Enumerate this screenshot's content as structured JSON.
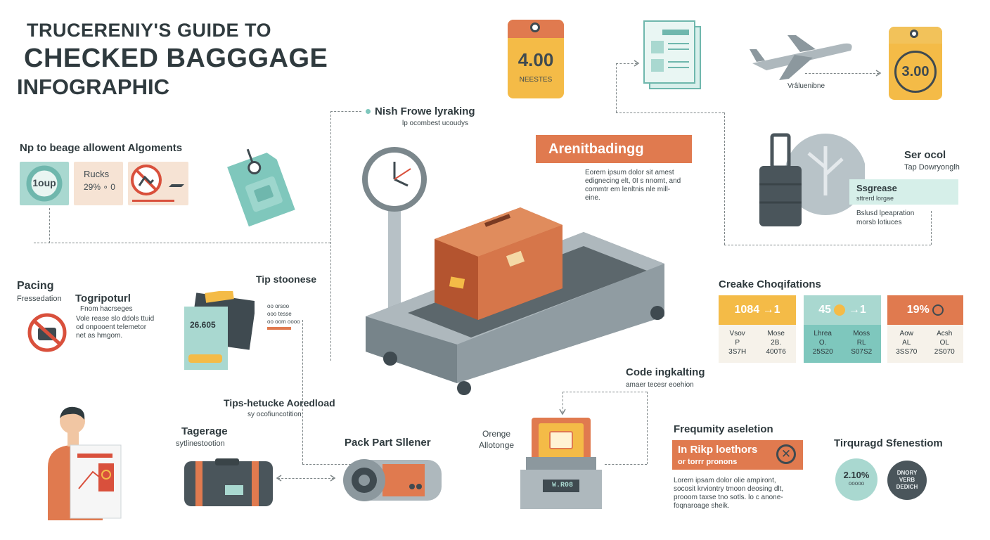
{
  "title": {
    "line1": "TRUCERENIY'S GUIDE TO",
    "line2": "CHECKED BAGGGAGE",
    "line3": "INFOGRAPHIC"
  },
  "allowance": {
    "heading": "Np to beage allowent Algoments",
    "card1": "1oup",
    "card2_line1": "Rucks",
    "card2_line2": "29% ∘ 0"
  },
  "scale_top": {
    "heading": "Nish Frowe lyraking",
    "sub": "lp ocombest ucoudys"
  },
  "tags": {
    "tag_left_value": "4.00",
    "tag_left_sub": "NEESTES",
    "tag_right_value": "3.00",
    "plane_caption": "Vrâluenibne"
  },
  "arenit": {
    "heading": "Arenitbadingg",
    "body": [
      "Eorem ipsum dolor sit amest",
      "edignecing elt, 0I s nnomt, and",
      "commtr em lenltnis nle mill-",
      "eine."
    ]
  },
  "right_panel": {
    "heading": "Ser ocol",
    "sub": "Tap Dowryonglh",
    "bar_label": "Ssgrease",
    "bar_sub": "sttrerd lorgae",
    "body_line1": "Bslusd lpeapration",
    "body_line2": "morsb lotiuces"
  },
  "pacing": {
    "heading": "Pacing",
    "sub": "Fressedation",
    "h2": "Togripoturl",
    "h2_sub": "Fnom hacrseges",
    "body": [
      "Vole rease slo ddols ttuid",
      "od onpooent telemetor",
      "net as hmgom."
    ]
  },
  "tip": {
    "heading": "Tip stoonese",
    "card_value": "26.605",
    "side_lines": [
      "oo orsoo",
      "ooo tesse",
      "oo oom oooo"
    ]
  },
  "checks": {
    "heading": "Creake Choqifations",
    "cards": [
      {
        "value": "1084",
        "arrow": "→1",
        "c1h": "Vsov",
        "c1a": "P",
        "c1b": "3S7H",
        "c2h": "Mose",
        "c2a": "2B.",
        "c2b": "400T6",
        "color": "#f4bb47"
      },
      {
        "value": "45",
        "arrow": "→1",
        "c1h": "Lhrea",
        "c1a": "O.",
        "c1b": "25S20",
        "c2h": "Moss",
        "c2a": "RL",
        "c2b": "S07S2",
        "color": "#a9d8d0"
      },
      {
        "value": "19%",
        "arrow": "",
        "c1h": "Aow",
        "c1a": "AL",
        "c1b": "3SS70",
        "c2h": "Acsh",
        "c2a": "OL",
        "c2b": "2S070",
        "color": "#e07a4f"
      }
    ]
  },
  "code": {
    "heading": "Code ingkalting",
    "sub": "amaer tecesr eoehion"
  },
  "tips_heading": {
    "heading": "Tips-hetucke Aoredload",
    "sub": "sy ocofiuncotition"
  },
  "tagerage": {
    "heading": "Tagerage",
    "sub": "sytlinestootion"
  },
  "pack": {
    "heading": "Pack Part Sllener"
  },
  "orenge": {
    "line1": "Orenge",
    "line2": "Allotonge",
    "screen": "W.R08"
  },
  "frequ": {
    "heading": "Frequmity aseletion",
    "banner1": "In Rikp loethors",
    "banner2": "or torrr pronons",
    "body": [
      "Lorem ipsam dolor olie ampiront,",
      "socosit krviontry tmoon deosing dlt,",
      "prooom taxse tno sotls. lo c anone-",
      "foqnaroage sheik."
    ]
  },
  "tirquragd": {
    "heading": "Tirquragd Sfenestiom",
    "circle1": "2.10%",
    "circle1_sub": "ooooo",
    "circle2_l1": "DNORY",
    "circle2_l2": "VERB",
    "circle2_l3": "DEDICH"
  },
  "colors": {
    "orange": "#e07a4f",
    "yellow": "#f4bb47",
    "teal": "#a9d8d0",
    "dark": "#3f4a50",
    "slate": "#6f7a80"
  }
}
